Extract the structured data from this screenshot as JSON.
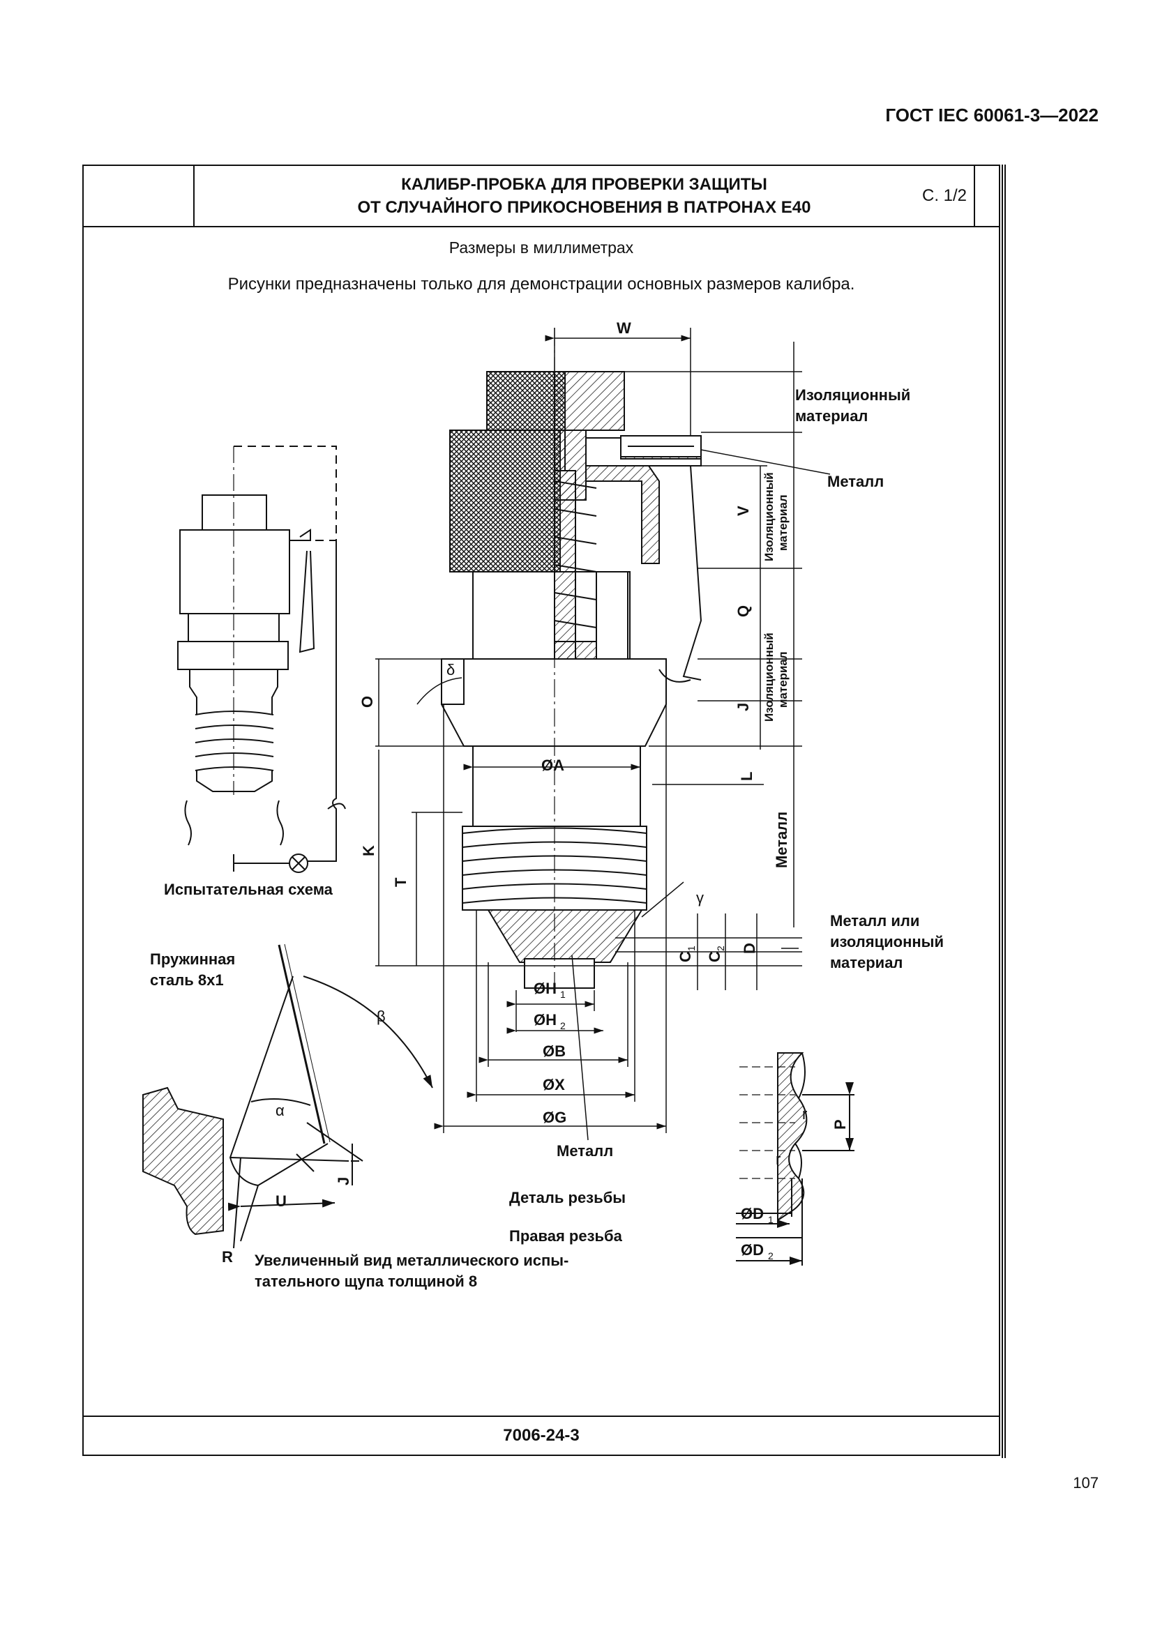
{
  "header": {
    "standard": "ГОСТ IEC 60061-3—2022",
    "title_line1": "КАЛИБР-ПРОБКА ДЛЯ ПРОВЕРКИ ЗАЩИТЫ",
    "title_line2": "ОТ СЛУЧАЙНОГО ПРИКОСНОВЕНИЯ В ПАТРОНАХ Е40",
    "sheet": "С. 1/2"
  },
  "body": {
    "dims_note": "Размеры в миллиметрах",
    "figures_note": "Рисунки предназначены только для демонстрации основных размеров калибра."
  },
  "drawing": {
    "labels": {
      "W": "W",
      "insul1_a": "Изоляционный",
      "insul1_b": "материал",
      "metal1": "Металл",
      "V": "V",
      "insul_v_a": "Изоляционный",
      "insul_v_b": "материал",
      "Q": "Q",
      "insul_q_a": "Изоляционный",
      "insul_q_b": "материал",
      "J": "J",
      "O": "O",
      "delta": "δ",
      "L": "L",
      "A": "ØA",
      "K": "K",
      "T": "T",
      "metal_side": "Металл",
      "gamma": "γ",
      "C1": "C",
      "C1_sub": "1",
      "C2": "C",
      "C2_sub": "2",
      "D": "D",
      "metal_or_a": "Металл или",
      "metal_or_b": "изоляционный",
      "metal_or_c": "материал",
      "H1": "ØH",
      "H1_sub": "1",
      "H2": "ØH",
      "H2_sub": "2",
      "B": "ØB",
      "X": "ØX",
      "G": "ØG",
      "metal_bottom": "Металл",
      "scheme": "Испытательная схема",
      "spring_a": "Пружинная",
      "spring_b": "сталь 8x1",
      "beta": "β",
      "alpha": "α",
      "J2": "J",
      "U": "U",
      "R": "R",
      "probe_a": "Увеличенный вид металлического испы-",
      "probe_b": "тательного щупа толщиной 8",
      "thread_detail": "Деталь резьбы",
      "right_thread": "Правая резьба",
      "P": "P",
      "r1": "r",
      "r2": "r",
      "D1": "ØD",
      "D1_sub": "1",
      "D2": "ØD",
      "D2_sub": "2"
    }
  },
  "footer": {
    "code": "7006-24-3",
    "page_number": "107"
  }
}
